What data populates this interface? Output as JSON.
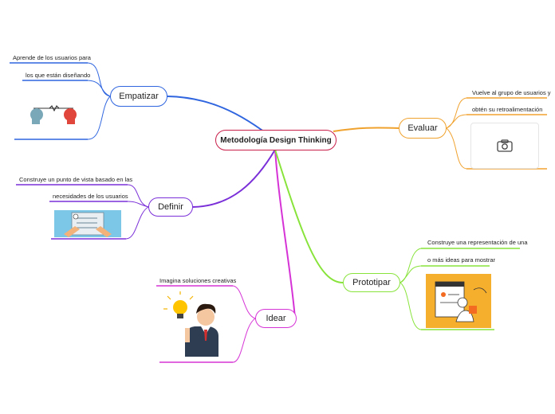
{
  "central": "Metodología Design Thinking",
  "branches": {
    "empatizar": {
      "label": "Empatizar",
      "color": "#2f65df",
      "texts": [
        "Aprende de los usuarios para",
        "los que están diseñando"
      ]
    },
    "definir": {
      "label": "Definir",
      "color": "#7a2fd8",
      "texts": [
        "Construye un punto de vista basado en las",
        "necesidades de los usuarios"
      ]
    },
    "idear": {
      "label": "Idear",
      "color": "#d633d6",
      "texts": [
        "Imagina soluciones creativas"
      ]
    },
    "evaluar": {
      "label": "Evaluar",
      "color": "#f0a22e",
      "texts": [
        "Vuelve al grupo de usuarios y",
        "obtén su retroalimentación"
      ]
    },
    "prototipar": {
      "label": "Prototipar",
      "color": "#88e33a",
      "texts": [
        "Construye una representación de una",
        "o más ideas para mostrar"
      ]
    }
  },
  "colors": {
    "central": "#c81e4a"
  },
  "icons": [
    "brain-heads-icon",
    "checklist-document-icon",
    "lightbulb-businessman-icon",
    "camera-icon",
    "prototype-screen-icon"
  ]
}
